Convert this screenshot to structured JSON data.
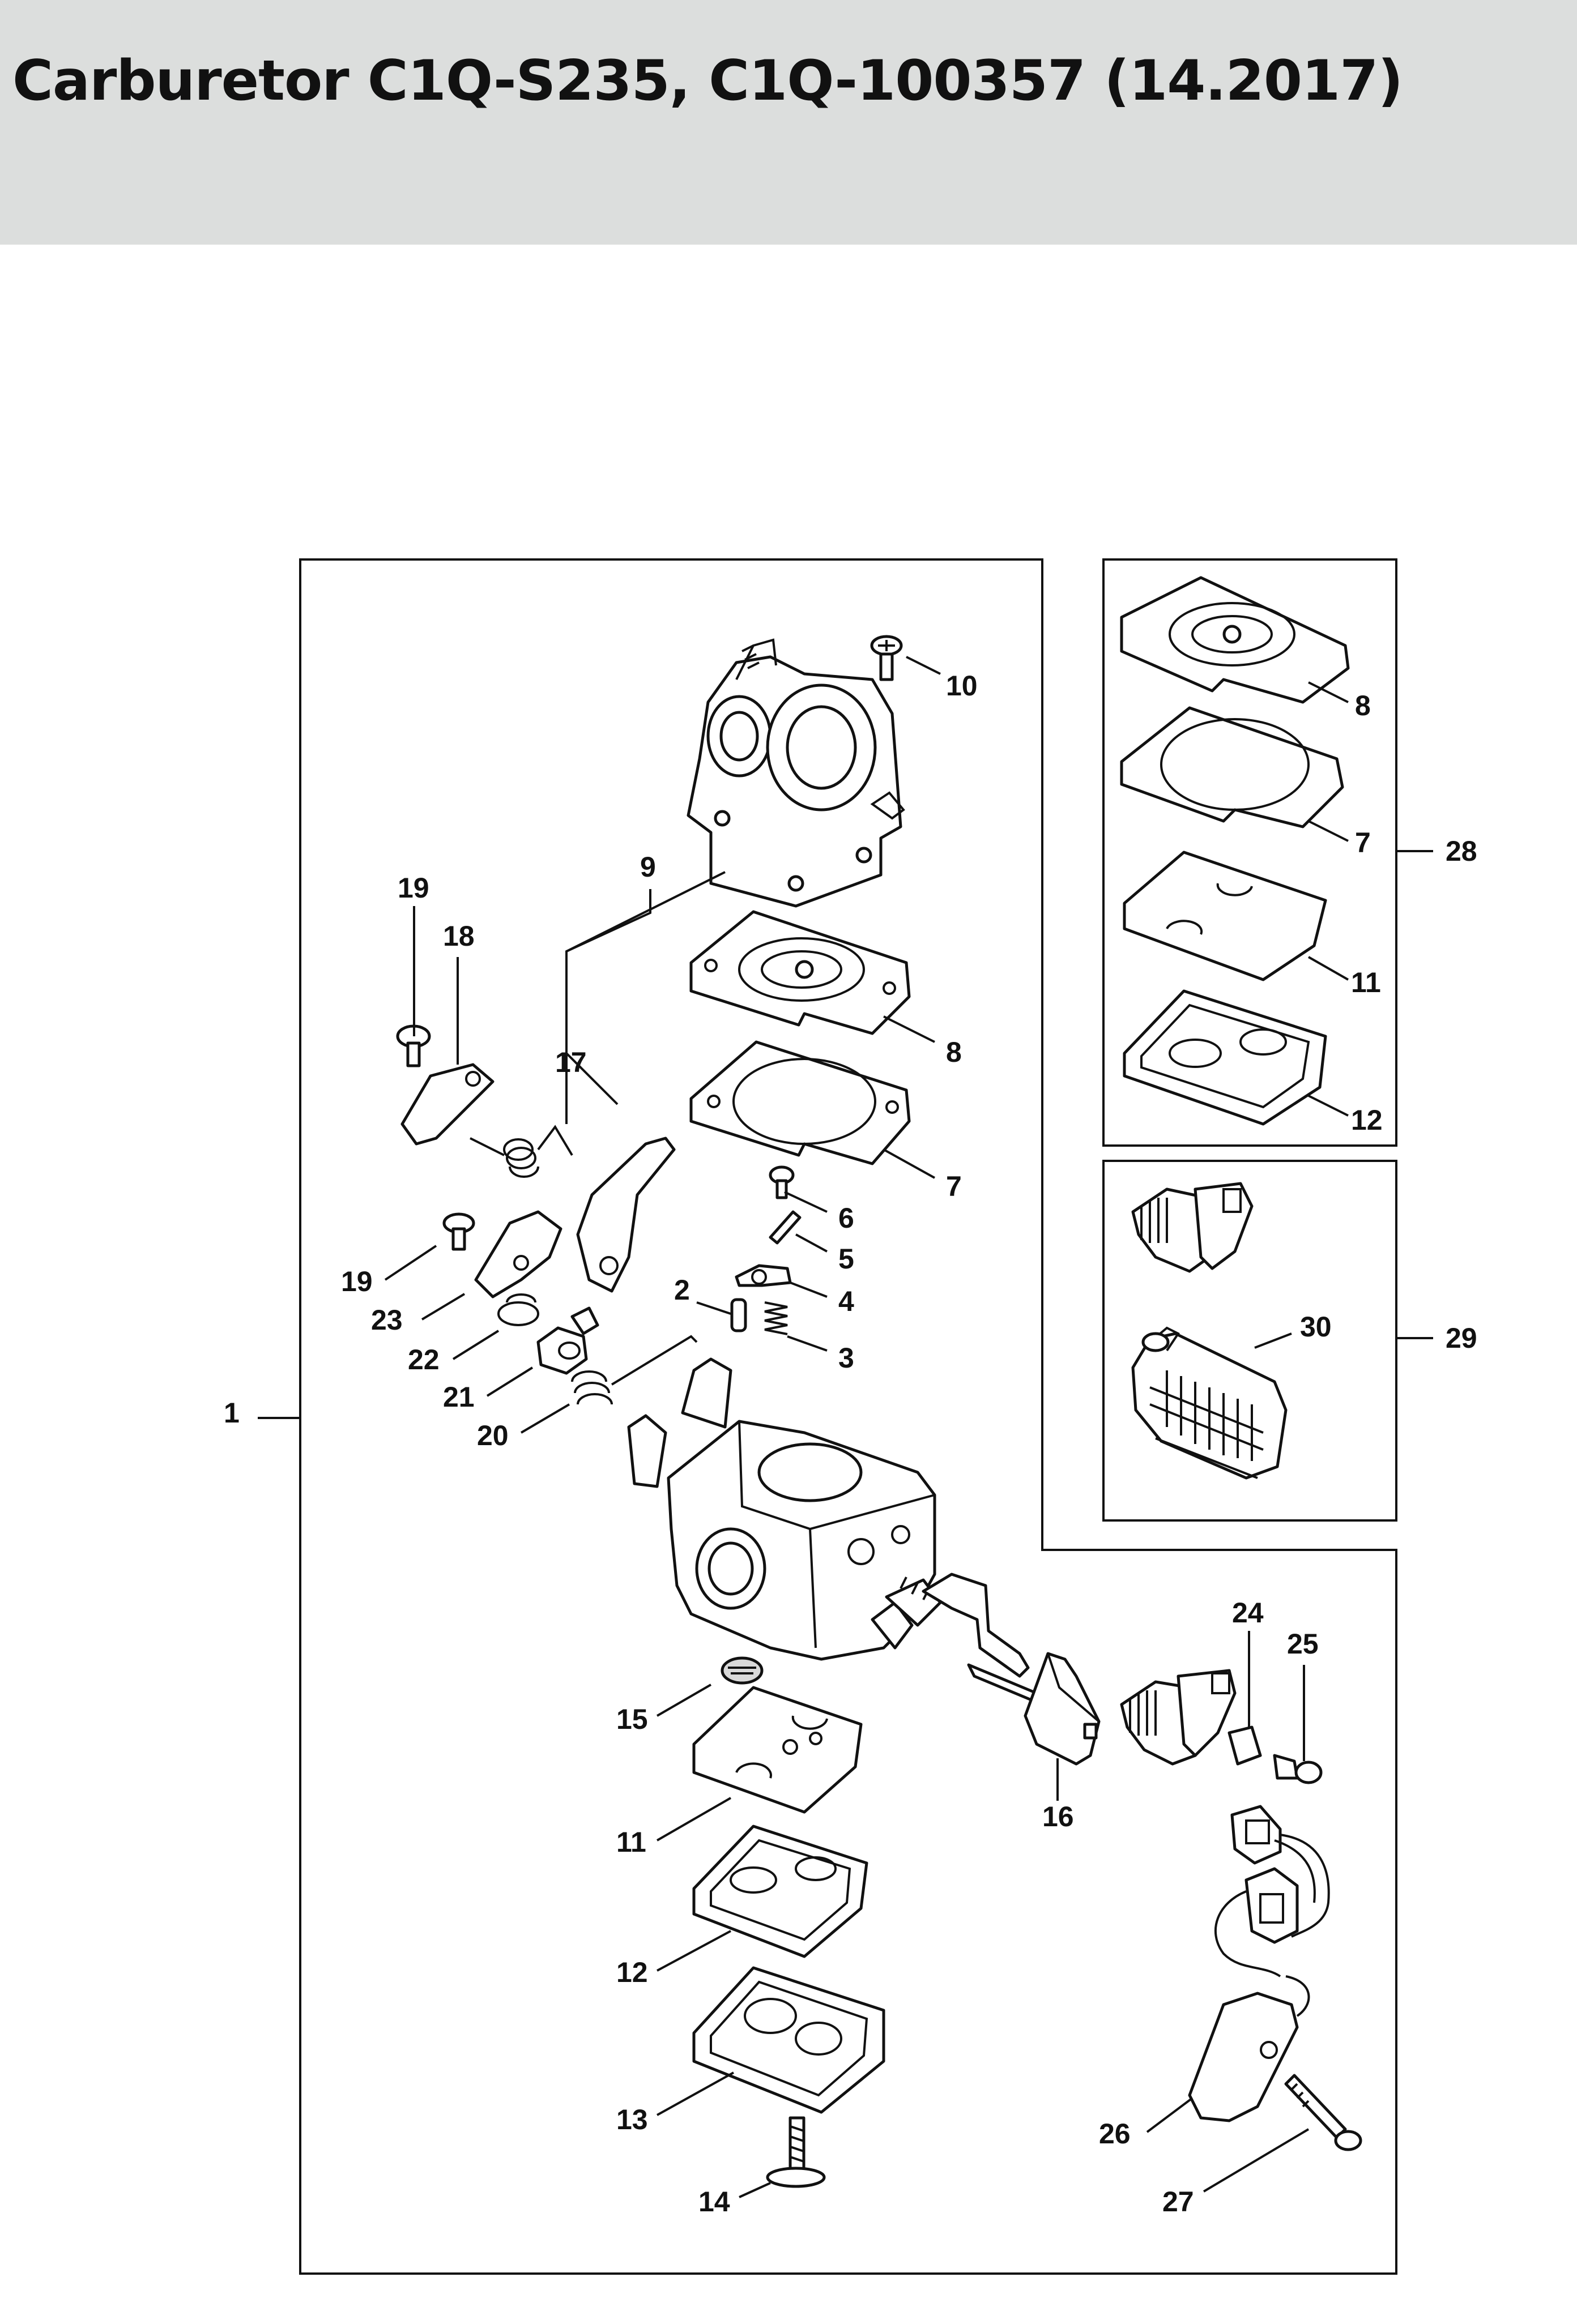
{
  "header": {
    "title": "Carburetor C1Q-S235, C1Q-100357 (14.2017)",
    "background": "#dcdedd"
  },
  "callouts": {
    "c1": "1",
    "c2": "2",
    "c3": "3",
    "c4": "4",
    "c5": "5",
    "c6": "6",
    "c7": "7",
    "c8": "8",
    "c9": "9",
    "c10": "10",
    "c11": "11",
    "c12": "12",
    "c13": "13",
    "c14": "14",
    "c15": "15",
    "c16": "16",
    "c17": "17",
    "c18": "18",
    "c19a": "19",
    "c19b": "19",
    "c20": "20",
    "c21": "21",
    "c22": "22",
    "c23": "23",
    "c24": "24",
    "c25": "25",
    "c26": "26",
    "c27": "27",
    "c28": "28",
    "c29": "29",
    "c30": "30",
    "kit28": {
      "c8": "8",
      "c7": "7",
      "c11": "11",
      "c12": "12"
    }
  }
}
